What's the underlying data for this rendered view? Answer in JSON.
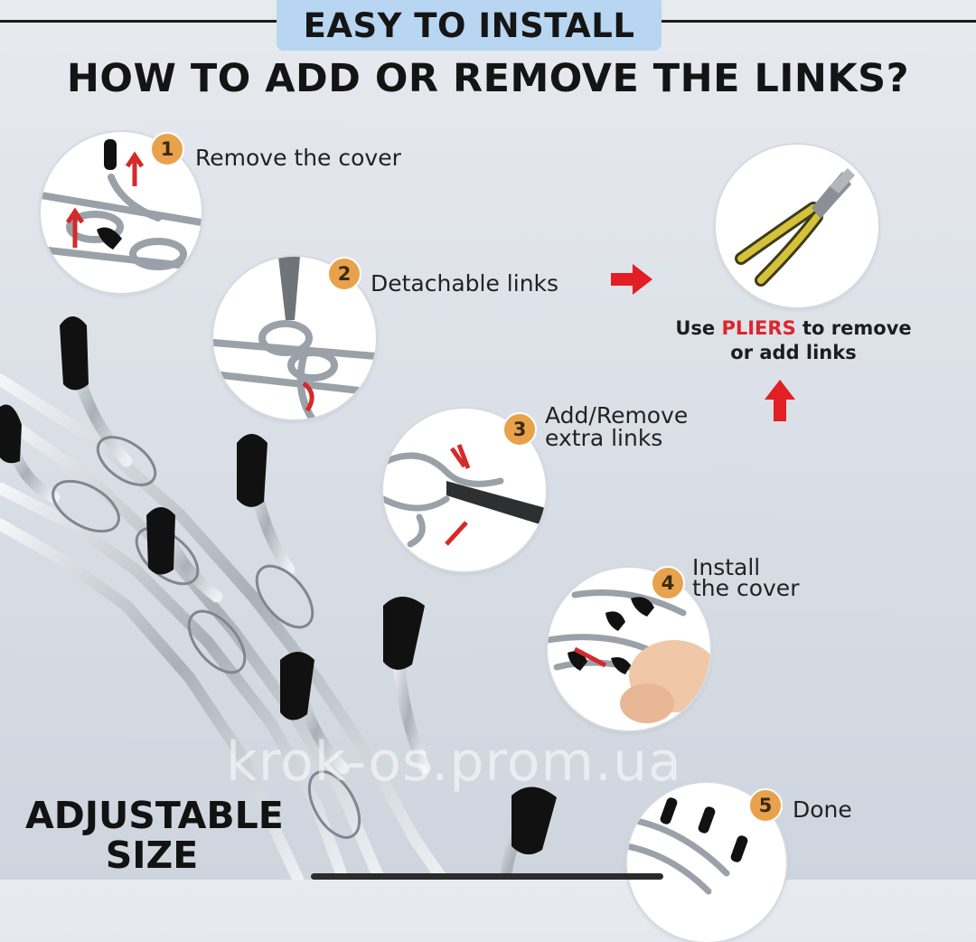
{
  "header": {
    "banner": "EASY TO INSTALL",
    "headline": "HOW TO ADD OR REMOVE THE LINKS?"
  },
  "steps": [
    {
      "number": "1",
      "label": "Remove the cover"
    },
    {
      "number": "2",
      "label": "Detachable links"
    },
    {
      "number": "3",
      "label_line1": "Add/Remove",
      "label_line2": "extra links"
    },
    {
      "number": "4",
      "label_line1": "Install",
      "label_line2": "the cover"
    },
    {
      "number": "5",
      "label": "Done"
    }
  ],
  "pliers_note": {
    "prefix": "Use ",
    "highlight": "PLIERS",
    "suffix": " to remove",
    "line2": "or add links"
  },
  "adjustable": {
    "line1": "ADJUSTABLE",
    "line2": "SIZE"
  },
  "watermark": "krok-os.prom.ua",
  "colors": {
    "banner_bg": "#b8d6f1",
    "badge": "#e8a24c",
    "accent_red": "#e0242a",
    "background": "#dfe3e9"
  },
  "icons": [
    "chain-icon",
    "pliers-icon",
    "arrow-right-icon",
    "arrow-up-icon"
  ]
}
